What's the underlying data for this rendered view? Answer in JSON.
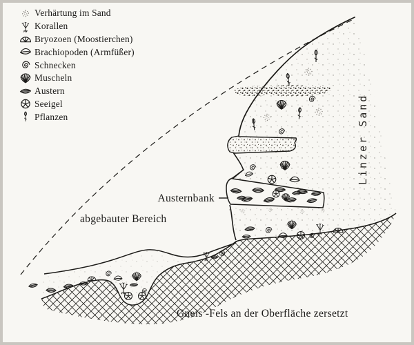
{
  "figure": {
    "type": "geological cross-section sketch",
    "ink_color": "#1c1c1a",
    "paper_color": "#f8f7f3",
    "border_color": "#c9c6c0"
  },
  "legend": {
    "items": [
      {
        "id": "verhaertung",
        "label": "Verhärtung im Sand"
      },
      {
        "id": "korallen",
        "label": "Korallen"
      },
      {
        "id": "bryozoen",
        "label": "Bryozoen (Moostierchen)"
      },
      {
        "id": "brachiopoden",
        "label": "Brachiopoden (Armfüßer)"
      },
      {
        "id": "schnecken",
        "label": "Schnecken"
      },
      {
        "id": "muscheln",
        "label": "Muscheln"
      },
      {
        "id": "austern",
        "label": "Austern"
      },
      {
        "id": "seeigel",
        "label": "Seeigel"
      },
      {
        "id": "pflanzen",
        "label": "Pflanzen"
      }
    ]
  },
  "labels": {
    "austernbank": "Austernbank",
    "abgebauter_bereich": "abgebauter Bereich",
    "linzer_sand": "Linzer Sand",
    "gneis_caption": "Gneis -Fels an der Oberfläche zersetzt"
  }
}
